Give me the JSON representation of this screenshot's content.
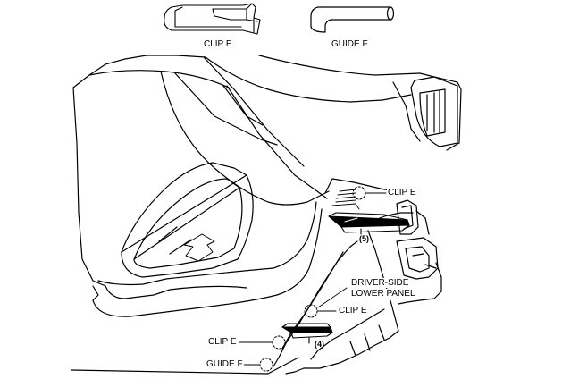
{
  "legend": {
    "clip_e": "CLIP E",
    "guide_f": "GUIDE F"
  },
  "callouts": {
    "clip_e_upper": "CLIP E",
    "clip_e_middle": "CLIP E",
    "clip_e_lower": "CLIP E",
    "guide_f": "GUIDE F",
    "panel_line1": "DRIVER-SIDE",
    "panel_line2": "LOWER PANEL",
    "step_5": "(5)",
    "step_4": "(4)"
  }
}
